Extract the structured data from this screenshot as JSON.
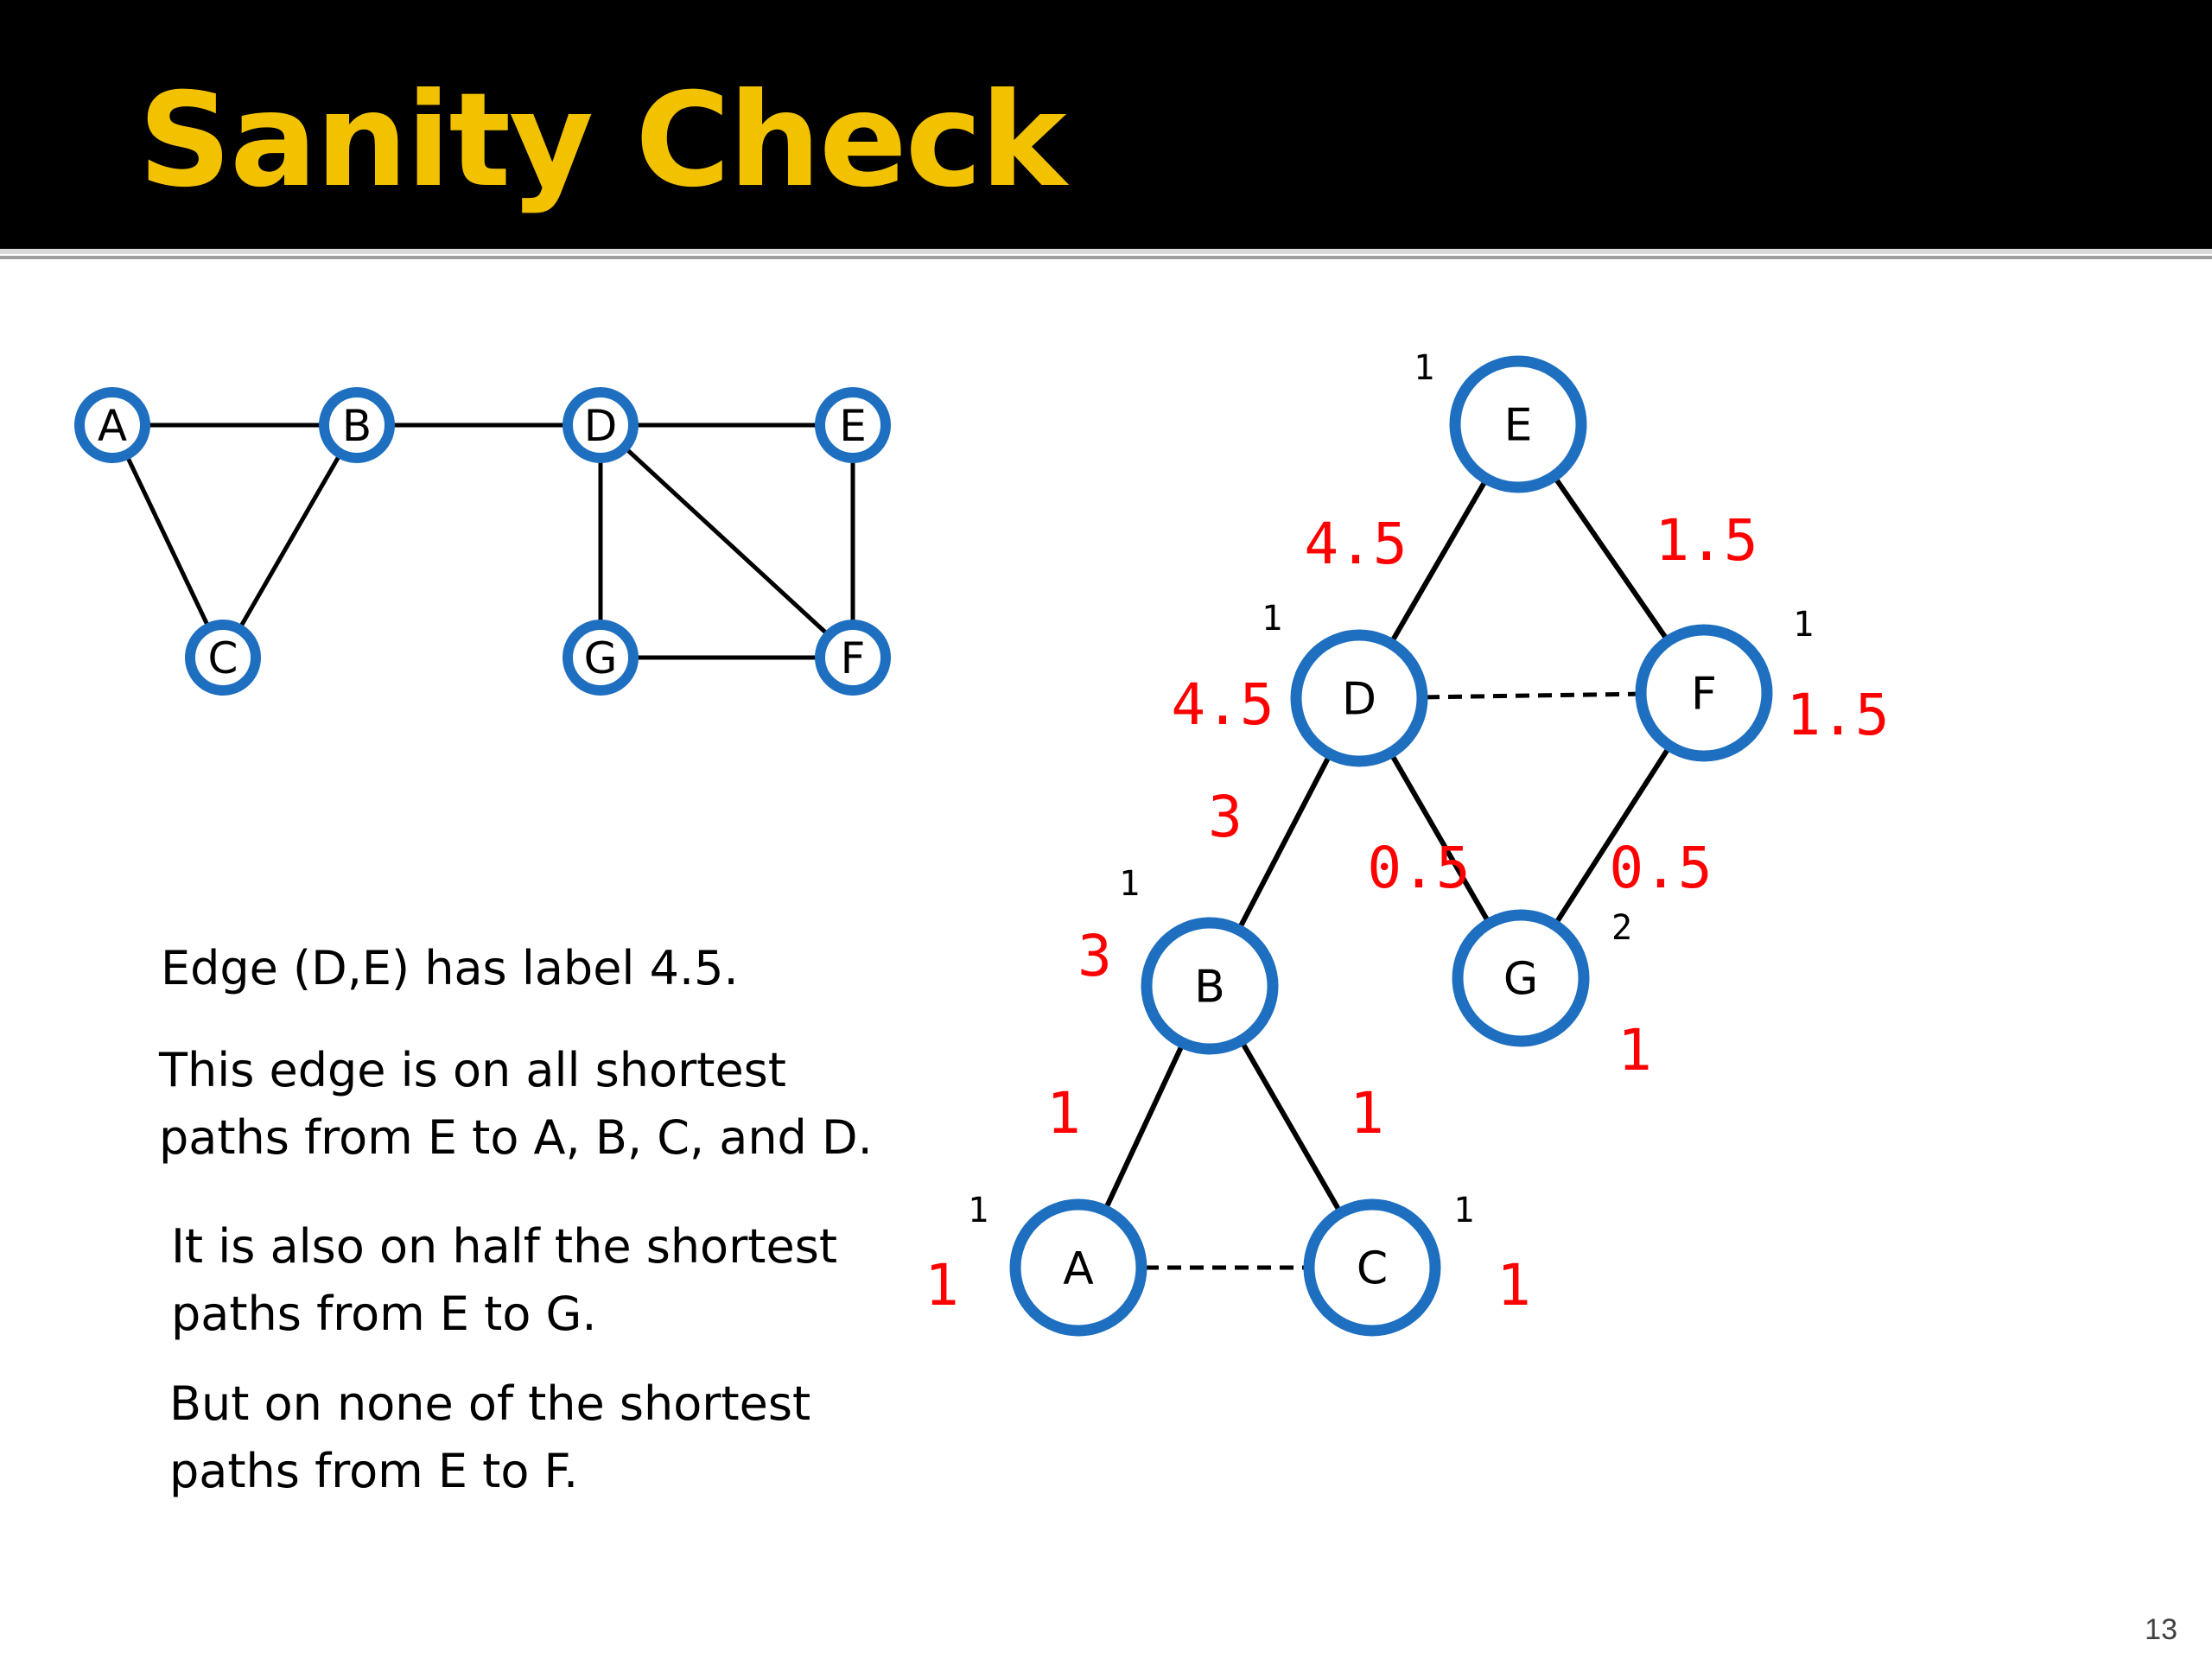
{
  "slide": {
    "title": "Sanity Check",
    "page_number": "13"
  },
  "colors": {
    "title_bar": "#000000",
    "title_text": "#f2c200",
    "node_ring": "#1f6fc0",
    "edge_labels": "#ff0000",
    "text": "#000000"
  },
  "original_graph": {
    "nodes": [
      "A",
      "B",
      "C",
      "D",
      "E",
      "F",
      "G"
    ],
    "edges": [
      [
        "A",
        "B"
      ],
      [
        "A",
        "C"
      ],
      [
        "B",
        "C"
      ],
      [
        "B",
        "D"
      ],
      [
        "D",
        "E"
      ],
      [
        "D",
        "G"
      ],
      [
        "D",
        "F"
      ],
      [
        "E",
        "F"
      ],
      [
        "G",
        "F"
      ]
    ]
  },
  "bfs_tree": {
    "root": "E",
    "nodes": [
      {
        "id": "E",
        "count": "1"
      },
      {
        "id": "D",
        "count": "1",
        "credit": "4.5"
      },
      {
        "id": "F",
        "count": "1",
        "credit": "1.5"
      },
      {
        "id": "B",
        "count": "1",
        "credit": "3"
      },
      {
        "id": "G",
        "count": "2",
        "credit": "1"
      },
      {
        "id": "A",
        "count": "1",
        "credit": "1"
      },
      {
        "id": "C",
        "count": "1",
        "credit": "1"
      }
    ],
    "edges": [
      {
        "from": "E",
        "to": "D",
        "label": "4.5"
      },
      {
        "from": "E",
        "to": "F",
        "label": "1.5"
      },
      {
        "from": "D",
        "to": "B",
        "label": "3"
      },
      {
        "from": "D",
        "to": "G",
        "label": "0.5"
      },
      {
        "from": "F",
        "to": "G",
        "label": "0.5"
      },
      {
        "from": "B",
        "to": "A",
        "label": "1"
      },
      {
        "from": "B",
        "to": "C",
        "label": "1"
      }
    ],
    "non_dag_edges": [
      [
        "D",
        "F"
      ],
      [
        "A",
        "C"
      ]
    ]
  },
  "notes": [
    {
      "lines": [
        "Edge (D,E) has label 4.5."
      ]
    },
    {
      "lines": [
        "This edge is on all shortest",
        "paths from E to A, B, C, and D."
      ]
    },
    {
      "lines": [
        "It is also on half the shortest",
        "paths from E to G."
      ]
    },
    {
      "lines": [
        "But on none of the shortest",
        "paths from E to F."
      ]
    }
  ]
}
